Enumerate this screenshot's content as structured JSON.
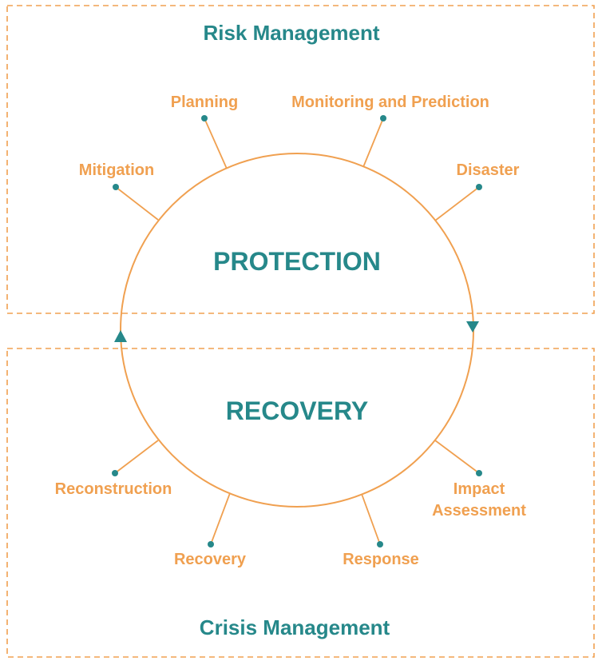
{
  "colors": {
    "orange": "#F0A050",
    "teal": "#26888A",
    "border": "#F0A050",
    "background": "#FFFFFF"
  },
  "regions": {
    "risk_title": "Risk Management",
    "crisis_title": "Crisis Management"
  },
  "cycle": {
    "protection_label": "PROTECTION",
    "recovery_label": "RECOVERY"
  },
  "phases": {
    "planning": "Planning",
    "monitoring": "Monitoring and Prediction",
    "mitigation": "Mitigation",
    "disaster": "Disaster",
    "reconstruction": "Reconstruction",
    "impact_line1": "Impact",
    "impact_line2": "Assessment",
    "recovery": "Recovery",
    "response": "Response"
  }
}
